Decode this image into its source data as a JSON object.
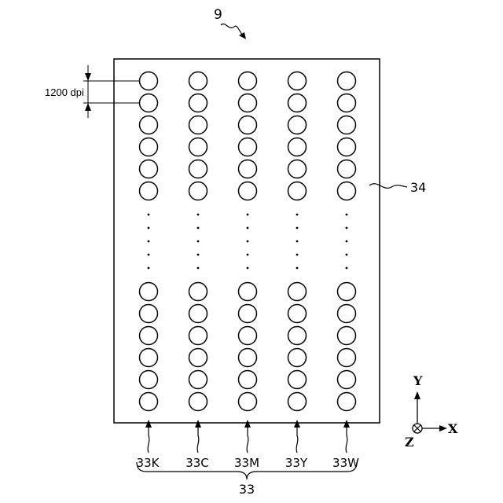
{
  "figure": {
    "head_ref": "9",
    "plate_ref": "34",
    "group_ref": "33",
    "resolution_label": "1200 dpi"
  },
  "nozzle_rows": [
    {
      "label": "33K"
    },
    {
      "label": "33C"
    },
    {
      "label": "33M"
    },
    {
      "label": "33Y"
    },
    {
      "label": "33W"
    }
  ],
  "axes": {
    "y_label": "Y",
    "x_label": "X",
    "z_label": "Z"
  }
}
